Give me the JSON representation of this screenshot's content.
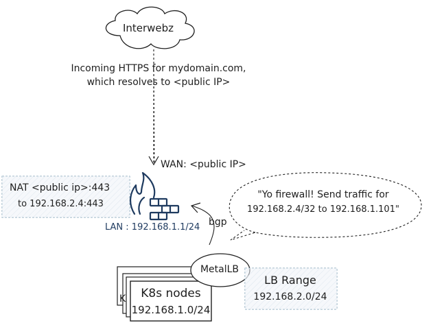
{
  "cloud": {
    "label": "Interwebz"
  },
  "internet_link": {
    "line1": "Incoming HTTPS for mydomain.com,",
    "line2": "which resolves to <public IP>"
  },
  "firewall": {
    "wan_label": "WAN: <public IP>",
    "lan_label": "LAN : 192.168.1.1/24",
    "icon": "firewall-icon"
  },
  "nat_box": {
    "line1": "NAT <public ip>:443",
    "line2": "to 192.168.2.4:443"
  },
  "speech_bubble": {
    "line1": "\"Yo firewall! Send traffic for",
    "line2": "192.168.2.4/32 to 192.168.1.101\""
  },
  "bgp_label": "bgp",
  "metallb": {
    "label": "MetalLB"
  },
  "k8s_nodes": {
    "line1": "K8s nodes",
    "line2": "192.168.1.0/24",
    "stack_fragment": "K"
  },
  "lb_range": {
    "line1": "LB Range",
    "line2": "192.168.2.0/24"
  },
  "colors": {
    "stroke": "#1e1e1e",
    "firewall_icon": "#1e3a5f",
    "dashed_box_border": "#86a4b8",
    "dashed_box_fill": "#eef3f7"
  }
}
